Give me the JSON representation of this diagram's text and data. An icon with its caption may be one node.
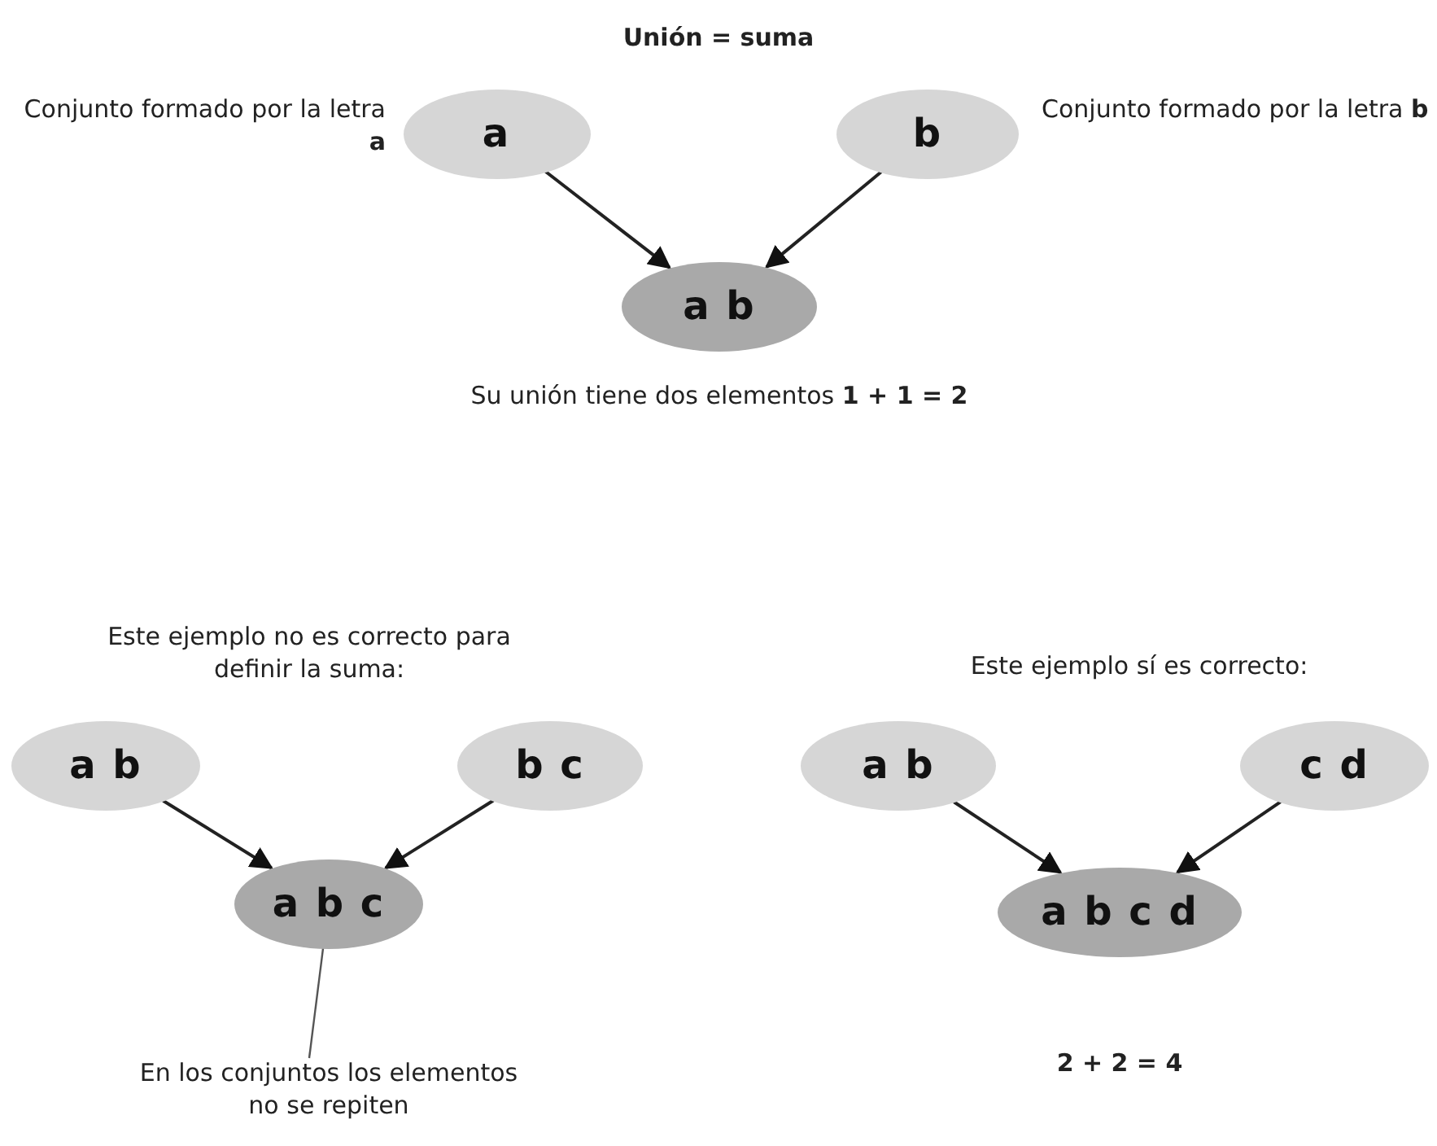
{
  "diagram": {
    "title": "Unión = suma",
    "nodes": [
      {
        "text": [
          "a"
        ],
        "beside": [
          "Conjunto formado por la letra **a**"
        ]
      },
      {
        "text": [
          "b"
        ],
        "beside": [
          "Conjunto formado por la letra **b**"
        ]
      },
      {
        "text": [
          "a b"
        ]
      },
      {
        "text": [
          "a b"
        ]
      },
      {
        "text": [
          "b c"
        ]
      },
      {
        "text": [
          "a b c"
        ]
      },
      {
        "text": [
          "En los conjuntos los elementos no se repiten"
        ]
      },
      {
        "text": [
          "a b"
        ]
      },
      {
        "text": [
          "c d"
        ]
      },
      {
        "text": [
          "a b c d"
        ]
      }
    ],
    "edges": [
      {
        "from": 0,
        "to": 2,
        "arrow": "to"
      },
      {
        "from": 1,
        "to": 2,
        "arrow": "to"
      },
      {
        "from": 3,
        "to": 5,
        "arrow": "to"
      },
      {
        "from": 4,
        "to": 5,
        "arrow": "to"
      },
      {
        "from": 6,
        "to": 5,
        "arrow": "none"
      },
      {
        "from": 7,
        "to": 9,
        "arrow": "to"
      },
      {
        "from": 8,
        "to": 9,
        "arrow": "to"
      }
    ],
    "labels": [
      "Su unión tiene dos elementos **1 + 1 = 2**",
      "Este ejemplo no es correcto para definir la suma:",
      "Este ejemplo sí es correcto:",
      "2 + 2 = 4"
    ]
  }
}
